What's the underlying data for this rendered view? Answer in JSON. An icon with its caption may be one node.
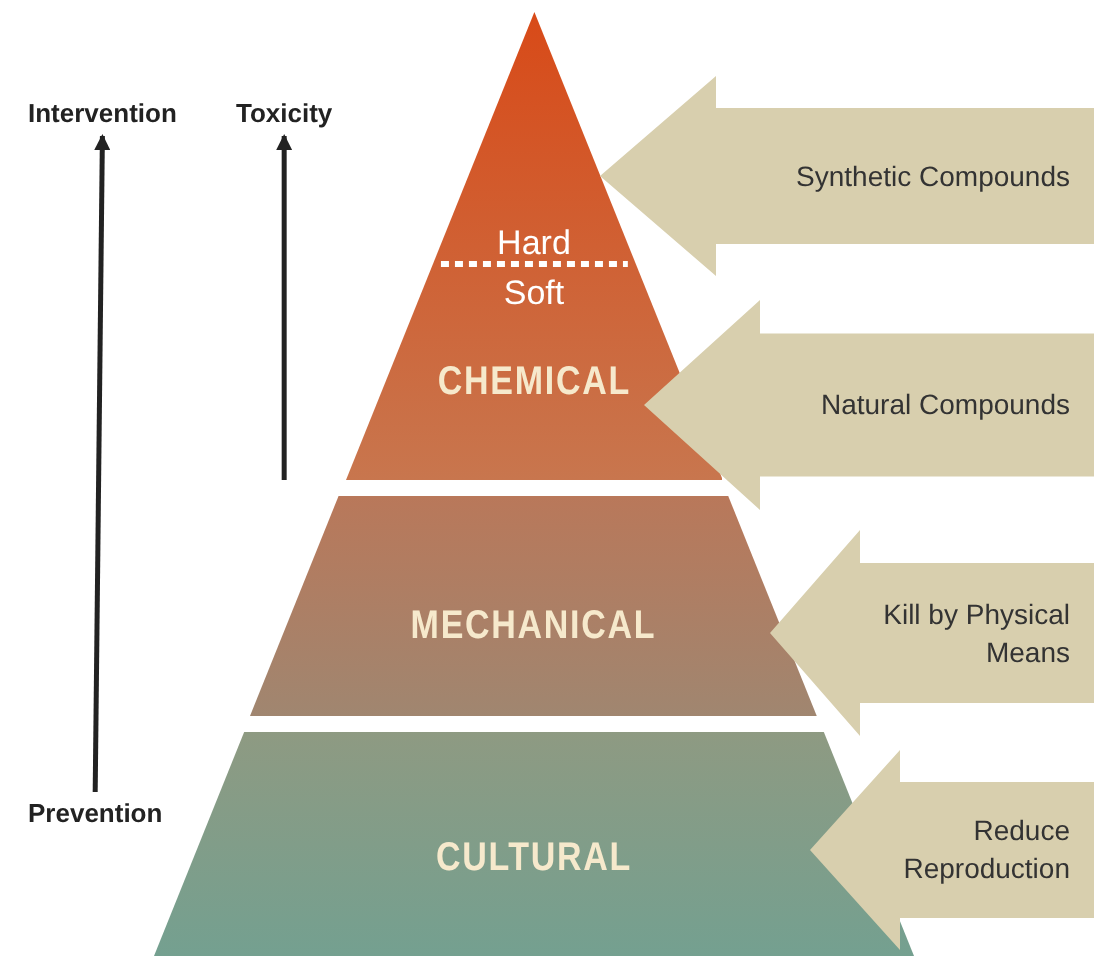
{
  "diagram": {
    "nodes": [
      {
        "text": [
          "Hard",
          "Soft",
          "CHEMICAL"
        ]
      },
      {
        "text": [
          "MECHANICAL"
        ]
      },
      {
        "text": [
          "CULTURAL"
        ]
      },
      {
        "text": [
          "Synthetic Compounds"
        ]
      },
      {
        "text": [
          "Natural Compounds"
        ]
      },
      {
        "text": [
          "Kill by Physical Means"
        ]
      },
      {
        "text": [
          "Reduce Reproduction"
        ]
      },
      {
        "text": [
          "Intervention"
        ]
      },
      {
        "text": [
          "Toxicity"
        ]
      },
      {
        "text": [
          "Prevention"
        ]
      }
    ],
    "edges": [
      {
        "from": 9,
        "to": 7,
        "arrow": "to"
      },
      {
        "from": null,
        "to": 8,
        "arrow": "to"
      }
    ]
  }
}
